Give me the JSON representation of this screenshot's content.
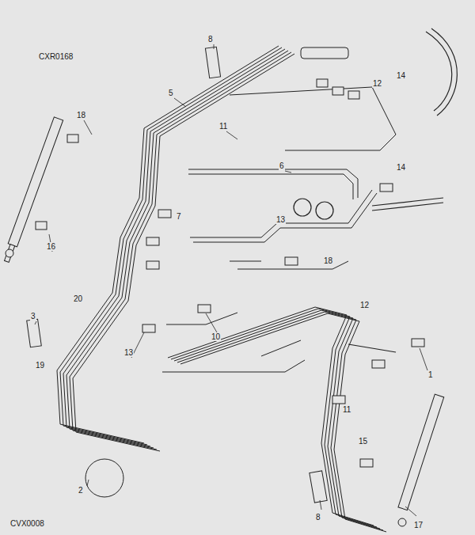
{
  "diagram": {
    "labels": [
      "CXR0168",
      "8",
      "12",
      "14",
      "18",
      "5",
      "11",
      "6",
      "14",
      "7",
      "13",
      "16",
      "18",
      "20",
      "3",
      "13",
      "10",
      "12",
      "19",
      "1",
      "11",
      "15",
      "2",
      "8",
      "17",
      "CVX0008"
    ]
  }
}
